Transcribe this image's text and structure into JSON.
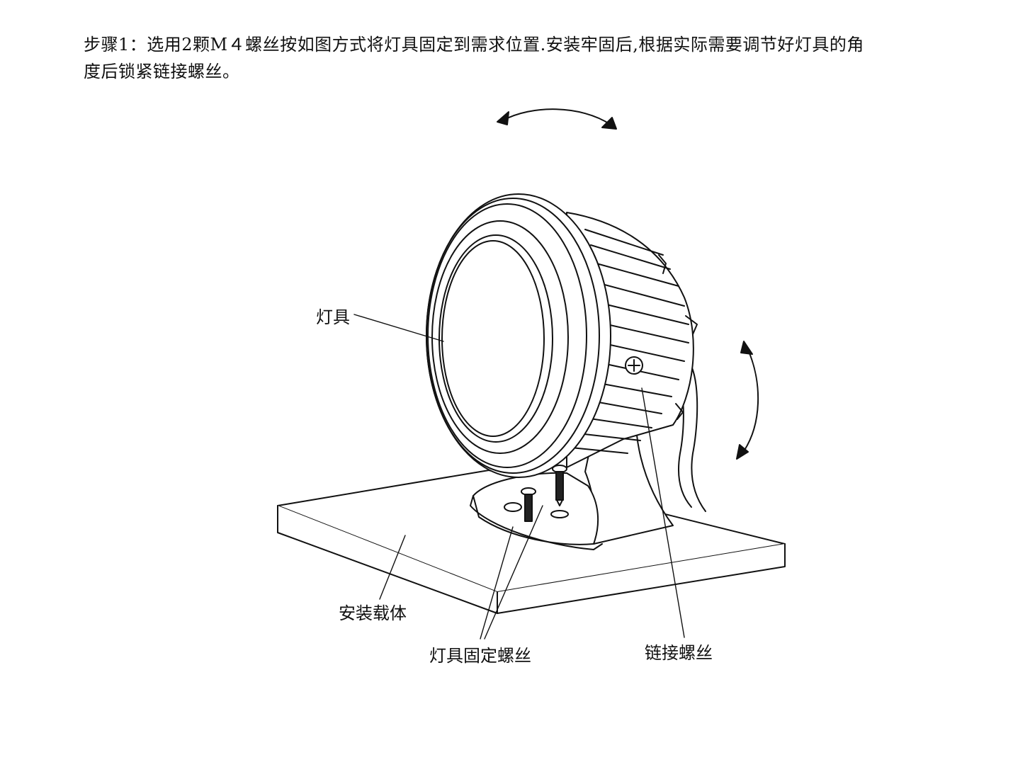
{
  "instructions": {
    "line1": "步骤1：选用2颗M４螺丝按如图方式将灯具固定到需求位置.安装牢固后,根据实际需要调节好灯具的角",
    "line2": "度后锁紧链接螺丝。"
  },
  "labels": {
    "lamp": "灯具",
    "mounting_carrier": "安装载体",
    "fixing_screws": "灯具固定螺丝",
    "link_screw": "链接螺丝"
  },
  "colors": {
    "line": "#111111",
    "background": "#ffffff"
  }
}
